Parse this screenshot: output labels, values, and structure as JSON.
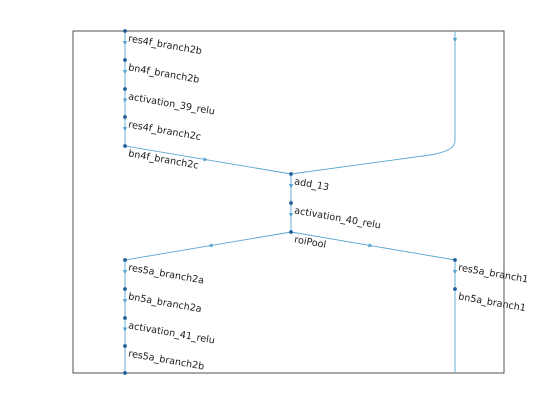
{
  "graph": {
    "nodes": [
      {
        "id": "res4f_branch2b",
        "label": "res4f_branch2b"
      },
      {
        "id": "bn4f_branch2b",
        "label": "bn4f_branch2b"
      },
      {
        "id": "activation_39_relu",
        "label": "activation_39_relu"
      },
      {
        "id": "res4f_branch2c",
        "label": "res4f_branch2c"
      },
      {
        "id": "bn4f_branch2c",
        "label": "bn4f_branch2c"
      },
      {
        "id": "add_13",
        "label": "add_13"
      },
      {
        "id": "activation_40_relu",
        "label": "activation_40_relu"
      },
      {
        "id": "roiPool",
        "label": "roiPool"
      },
      {
        "id": "res5a_branch2a",
        "label": "res5a_branch2a"
      },
      {
        "id": "bn5a_branch2a",
        "label": "bn5a_branch2a"
      },
      {
        "id": "activation_41_relu",
        "label": "activation_41_relu"
      },
      {
        "id": "res5a_branch2b",
        "label": "res5a_branch2b"
      },
      {
        "id": "res5a_branch1",
        "label": "res5a_branch1"
      },
      {
        "id": "bn5a_branch1",
        "label": "bn5a_branch1"
      }
    ],
    "edges": [
      [
        "res4f_branch2b",
        "bn4f_branch2b"
      ],
      [
        "bn4f_branch2b",
        "activation_39_relu"
      ],
      [
        "activation_39_relu",
        "res4f_branch2c"
      ],
      [
        "res4f_branch2c",
        "bn4f_branch2c"
      ],
      [
        "bn4f_branch2c",
        "add_13"
      ],
      [
        "add_13",
        "activation_40_relu"
      ],
      [
        "activation_40_relu",
        "roiPool"
      ],
      [
        "roiPool",
        "res5a_branch2a"
      ],
      [
        "roiPool",
        "res5a_branch1"
      ],
      [
        "res5a_branch2a",
        "bn5a_branch2a"
      ],
      [
        "bn5a_branch2a",
        "activation_41_relu"
      ],
      [
        "activation_41_relu",
        "res5a_branch2b"
      ],
      [
        "res5a_branch1",
        "bn5a_branch1"
      ]
    ]
  },
  "colors": {
    "edge": "#5aa6d2",
    "node": "#1f5f9a",
    "frame": "#262626"
  }
}
